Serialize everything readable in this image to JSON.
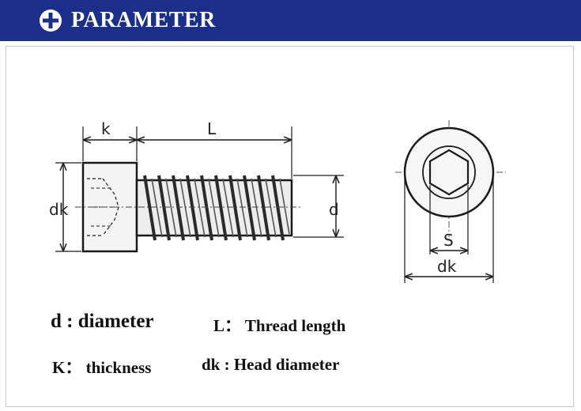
{
  "header": {
    "title": "PARAMETER",
    "accent_color": "#1b2f8a",
    "icon": "plus-circle-icon"
  },
  "diagram": {
    "labels": {
      "k": "k",
      "L": "L",
      "dk_side": "dk",
      "d": "d",
      "s": "S",
      "dk_top": "dk"
    }
  },
  "legend": {
    "d": "d : diameter",
    "L": "L： Thread length",
    "K": "K： thickness",
    "dk": "dk : Head diameter"
  }
}
